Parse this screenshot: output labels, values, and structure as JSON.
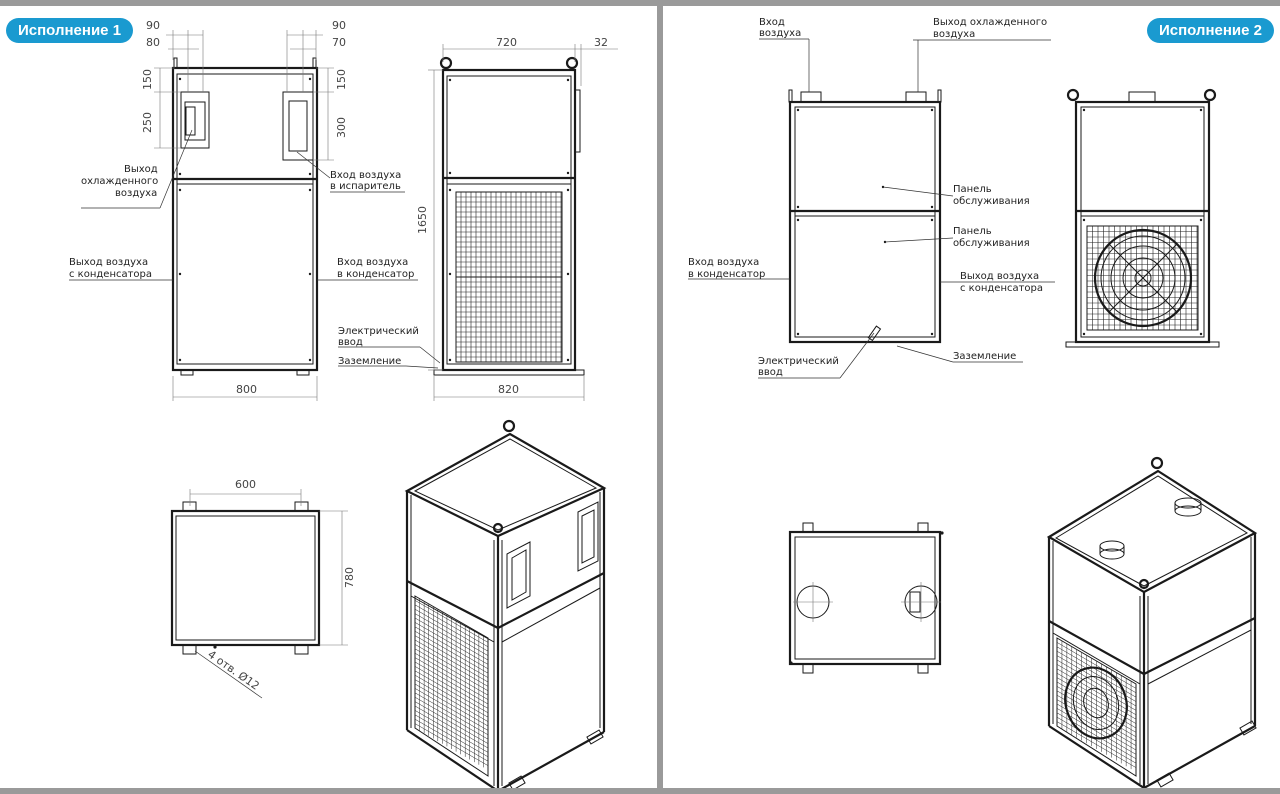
{
  "sheet1": {
    "badge": "Исполнение 1",
    "labels": {
      "out_cooled_air": [
        "Выход",
        "охлажденного",
        "воздуха"
      ],
      "in_evaporator": [
        "Вход воздуха",
        "в испаритель"
      ],
      "out_condenser": [
        "Выход воздуха",
        "с конденсатора"
      ],
      "in_condenser": [
        "Вход воздуха",
        "в конденсатор"
      ],
      "electric_input": [
        "Электрический",
        "ввод"
      ],
      "grounding": "Заземление",
      "holes": "4 отв. Ø12"
    },
    "dims": {
      "top_left_outer": "90",
      "top_left_inner": "80",
      "top_right_outer": "90",
      "top_right_inner": "70",
      "left_v1": "150",
      "left_v2": "250",
      "right_v1": "150",
      "right_v2": "300",
      "front_width": "800",
      "side_width_top": "720",
      "side_offset": "32",
      "side_height": "1650",
      "side_width_bottom": "820",
      "plan_width": "600",
      "plan_depth": "780"
    }
  },
  "sheet2": {
    "badge": "Исполнение 2",
    "labels": {
      "air_in": [
        "Вход",
        "воздуха"
      ],
      "cooled_out": [
        "Выход охлажденного",
        "воздуха"
      ],
      "panel_service_1": [
        "Панель",
        "обслуживания"
      ],
      "panel_service_2": [
        "Панель",
        "обслуживания"
      ],
      "in_condenser": [
        "Вход воздуха",
        "в конденсатор"
      ],
      "out_condenser": [
        "Выход воздуха",
        "с конденсатора"
      ],
      "electric_input": [
        "Электрический",
        "ввод"
      ],
      "grounding": "Заземление"
    }
  }
}
